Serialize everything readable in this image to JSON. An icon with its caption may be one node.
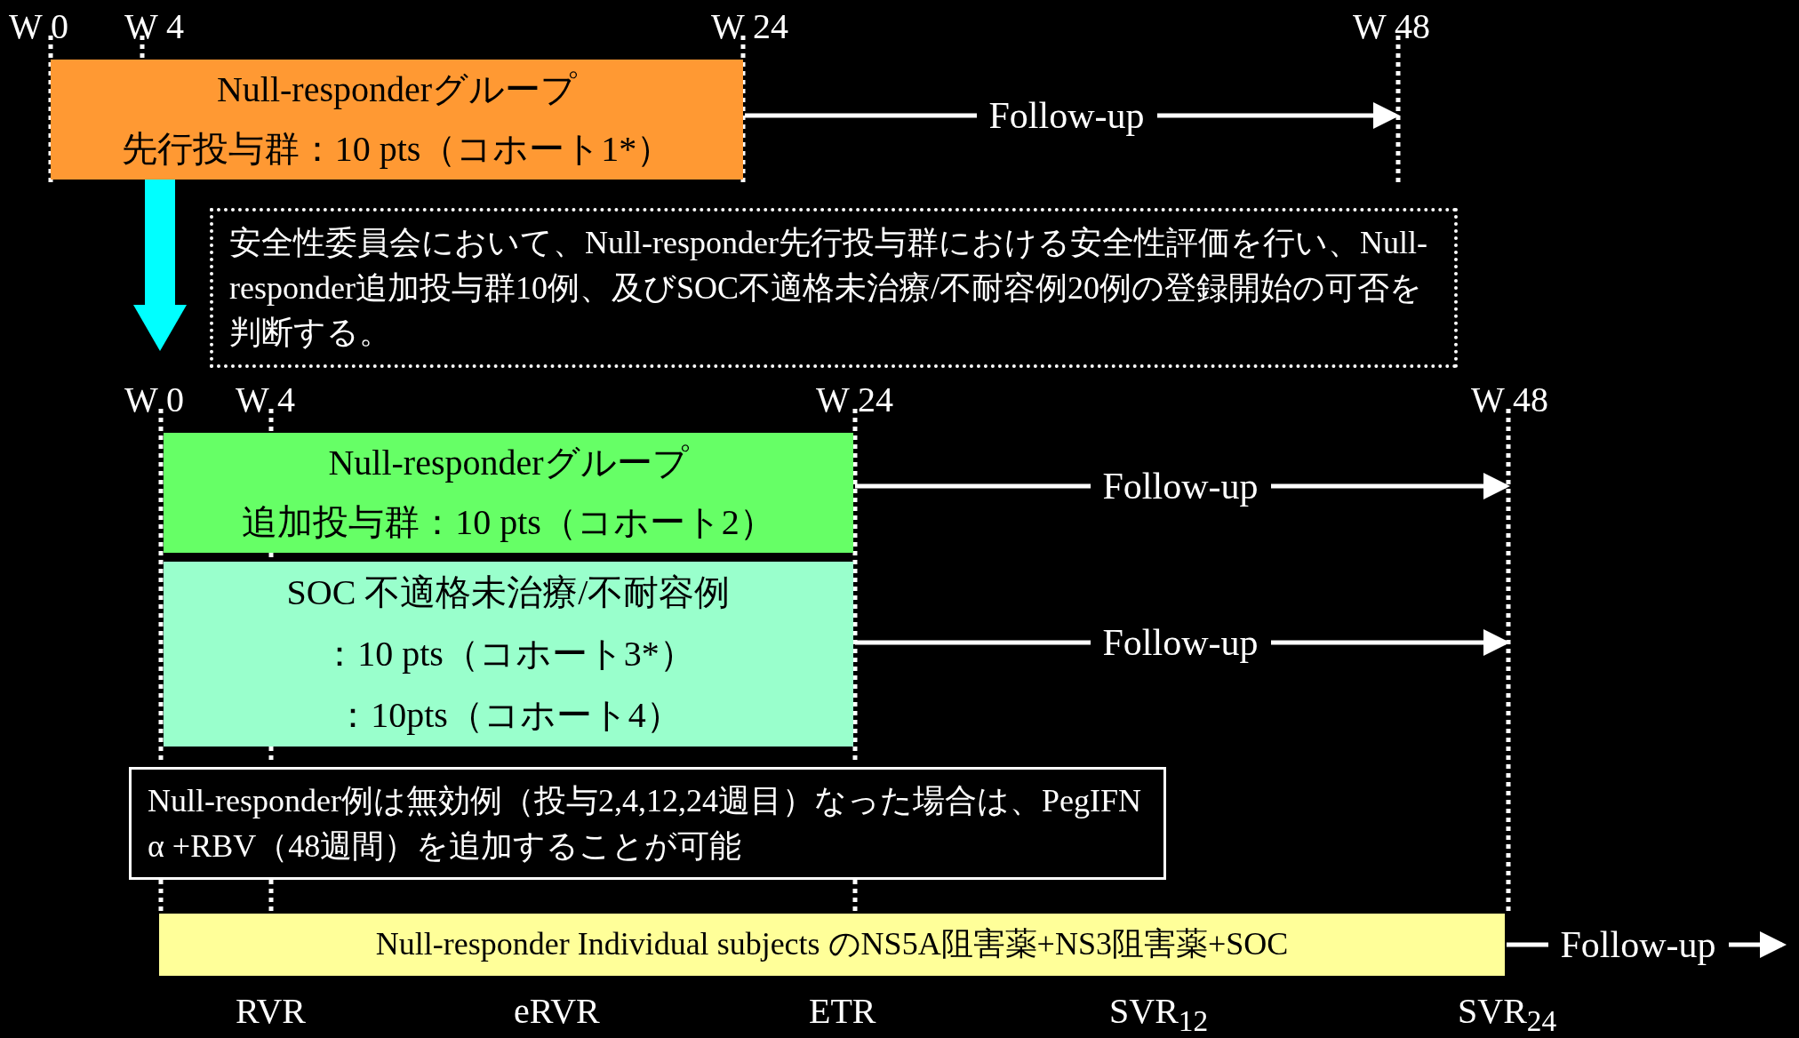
{
  "diagram": {
    "nodes": [
      {
        "text": [
          "Null-responderグループ",
          "先行投与群：10 pts（コホート1*）"
        ]
      },
      {
        "text": [
          "安全性委員会において、Null-responder先行投与群における安全性評価を行い、Null-responder追加投与群10例、及びSOC不適格未治療/不耐容例20例の登録開始の可否を判断する。"
        ]
      },
      {
        "text": [
          "Null-responderグループ",
          "追加投与群：10 pts（コホート2）"
        ]
      },
      {
        "text": [
          "SOC 不適格未治療/不耐容例",
          "：10 pts（コホート3*）",
          "：10pts（コホート4）"
        ]
      },
      {
        "text": [
          "Null-responder例は無効例（投与2,4,12,24週目）なった場合は、PegIFN α +RBV（48週間）を追加することが可能"
        ]
      },
      {
        "text": [
          "Null-responder Individual subjects のNS5A阻害薬+NS3阻害薬+SOC"
        ]
      }
    ],
    "edges": [
      {
        "from": 0,
        "to": null,
        "arrow": "to",
        "label": "Follow-up"
      },
      {
        "from": 0,
        "to": 1,
        "arrow": "to",
        "style": "thick",
        "color": "#00ffff"
      },
      {
        "from": 2,
        "to": null,
        "arrow": "to",
        "label": "Follow-up"
      },
      {
        "from": 3,
        "to": null,
        "arrow": "to",
        "label": "Follow-up"
      },
      {
        "from": 5,
        "to": null,
        "arrow": "to",
        "label": "Follow-up"
      }
    ],
    "labels": [
      "W 0",
      "W 4",
      "W 24",
      "W 48",
      "W 0",
      "W 4",
      "W 24",
      "W 48",
      "RVR",
      "eRVR",
      "ETR",
      "SVR$_{12}$",
      "SVR$_{24}$"
    ]
  }
}
